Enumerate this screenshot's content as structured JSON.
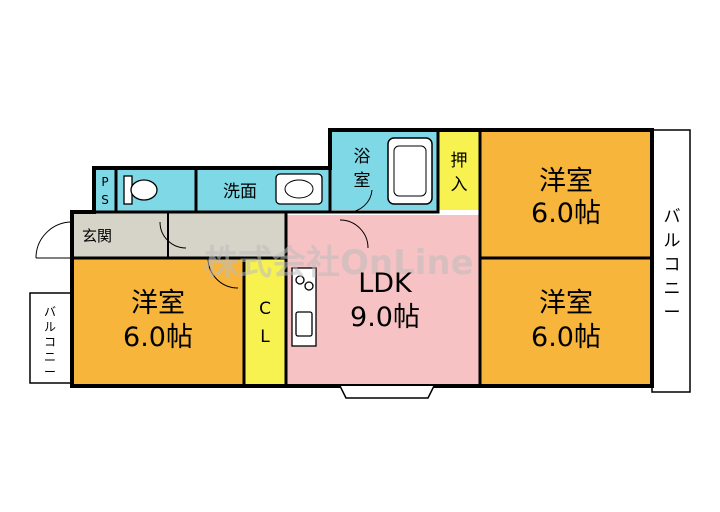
{
  "watermark": "株式会社OnLine",
  "colors": {
    "western_room": "#f7b53c",
    "ldk": "#f7c2c4",
    "wet_area": "#7fd8e6",
    "storage": "#f7f250",
    "entrance": "#d6d3c8",
    "balcony": "#ffffff",
    "wall": "#000000"
  },
  "rooms": {
    "western_left": {
      "name": "洋室",
      "size": "6.0帖"
    },
    "western_top_right": {
      "name": "洋室",
      "size": "6.0帖"
    },
    "western_bottom_right": {
      "name": "洋室",
      "size": "6.0帖"
    },
    "ldk": {
      "name": "LDK",
      "size": "9.0帖"
    },
    "bath": {
      "line1": "浴",
      "line2": "室"
    },
    "washroom": {
      "name": "洗面"
    },
    "oshiire": {
      "line1": "押",
      "line2": "入"
    },
    "closet": {
      "line1": "C",
      "line2": "L"
    },
    "entrance": {
      "name": "玄関"
    },
    "ps": {
      "line1": "P",
      "line2": "S"
    }
  },
  "balconies": {
    "right": {
      "chars": [
        "バ",
        "ル",
        "コ",
        "ニ",
        "ー"
      ]
    },
    "left": {
      "chars": [
        "バ",
        "ル",
        "コ",
        "ニ",
        "ー"
      ]
    }
  }
}
